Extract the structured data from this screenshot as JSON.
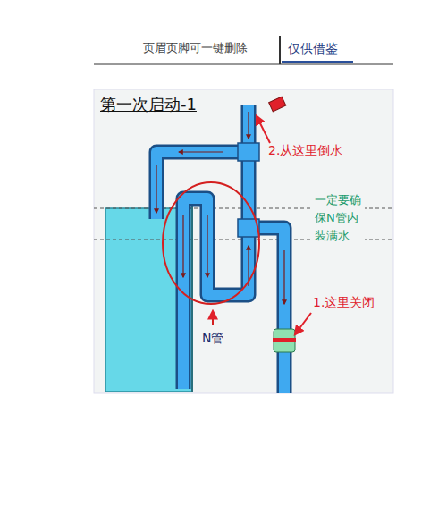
{
  "diagram": {
    "title": "第一次启动-1",
    "labels": [
      "页眉页脚可一键删除",
      "仅供借鉴",
      "2.从这里倒水",
      "一定要确保N管内装满水",
      "1.这里关闭",
      "N管"
    ]
  }
}
